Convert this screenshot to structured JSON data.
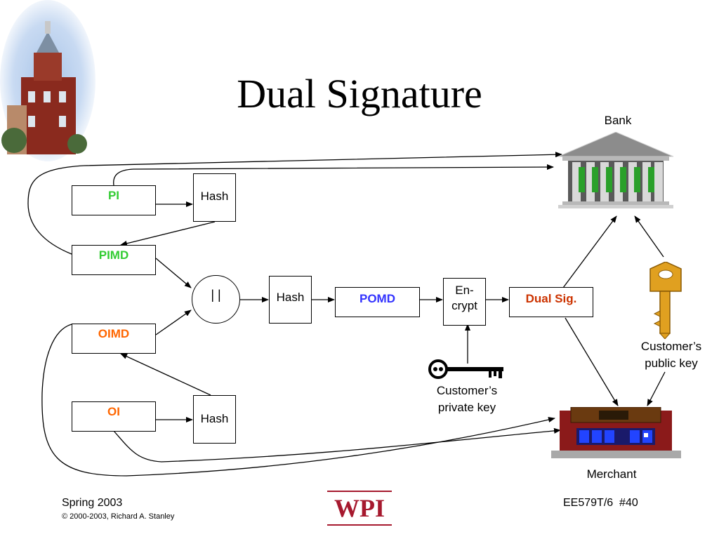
{
  "title": "Dual Signature",
  "colors": {
    "green": "#33cc33",
    "orange": "#ff6600",
    "blue": "#3333ff",
    "red": "#cc3300",
    "wpi_red": "#a6192e",
    "key_gold": "#e0a020"
  },
  "boxes": {
    "pi": "PI",
    "pimd": "PIMD",
    "oimd": "OIMD",
    "oi": "OI",
    "hash_top": "Hash",
    "hash_middle": "Hash",
    "hash_bottom": "Hash",
    "concat": "| |",
    "pomd": "POMD",
    "encrypt_line1": "En-",
    "encrypt_line2": "crypt",
    "dual_sig": "Dual Sig."
  },
  "labels": {
    "bank": "Bank",
    "merchant": "Merchant",
    "public_key_line1": "Customer’s",
    "public_key_line2": "public key",
    "private_key_line1": "Customer’s",
    "private_key_line2": "private key"
  },
  "footer": {
    "term": "Spring 2003",
    "copyright": "© 2000-2003, Richard A. Stanley",
    "logo_text": "WPI",
    "course": "EE579T/6  #40"
  }
}
